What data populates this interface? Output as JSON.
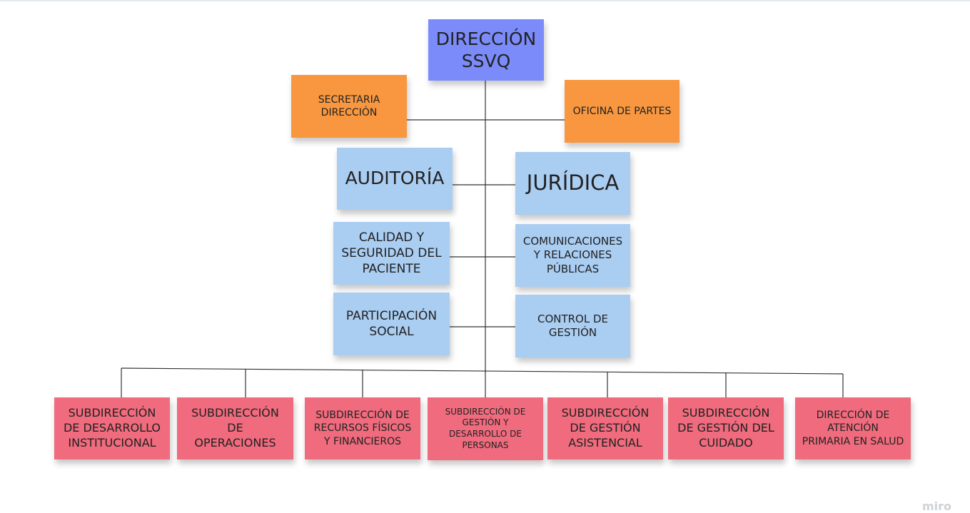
{
  "colors": {
    "root": "#7b8cfa",
    "staff": "#f8973f",
    "advisory": "#aacdf2",
    "subdivisions": "#ef6b7d",
    "connector": "#333333"
  },
  "root": {
    "label": "DIRECCIÓN\nSSVQ"
  },
  "staff": {
    "left": "SECRETARIA\nDIRECCIÓN",
    "right": "OFICINA DE PARTES"
  },
  "advisory": {
    "auditoria": "AUDITORÍA",
    "juridica": "JURÍDICA",
    "calidad": "CALIDAD Y\nSEGURIDAD DEL\nPACIENTE",
    "comunicaciones": "COMUNICACIONES\nY RELACIONES\nPÚBLICAS",
    "participacion": "PARTICIPACIÓN\nSOCIAL",
    "control": "CONTROL DE\nGESTIÓN"
  },
  "subdivisions": [
    "SUBDIRECCIÓN\nDE DESARROLLO\nINSTITUCIONAL",
    "SUBDIRECCIÓN\nDE\nOPERACIONES",
    "SUBDIRECCIÓN DE\nRECURSOS FÍSICOS\nY FINANCIEROS",
    "SUBDIRECCIÓN DE\nGESTIÓN Y\nDESARROLLO DE\nPERSONAS",
    "SUBDIRECCIÓN\nDE GESTIÓN\nASISTENCIAL",
    "SUBDIRECCIÓN\nDE GESTIÓN DEL\nCUIDADO",
    "DIRECCIÓN DE\nATENCIÓN\nPRIMARIA EN SALUD"
  ],
  "watermark": "miro"
}
